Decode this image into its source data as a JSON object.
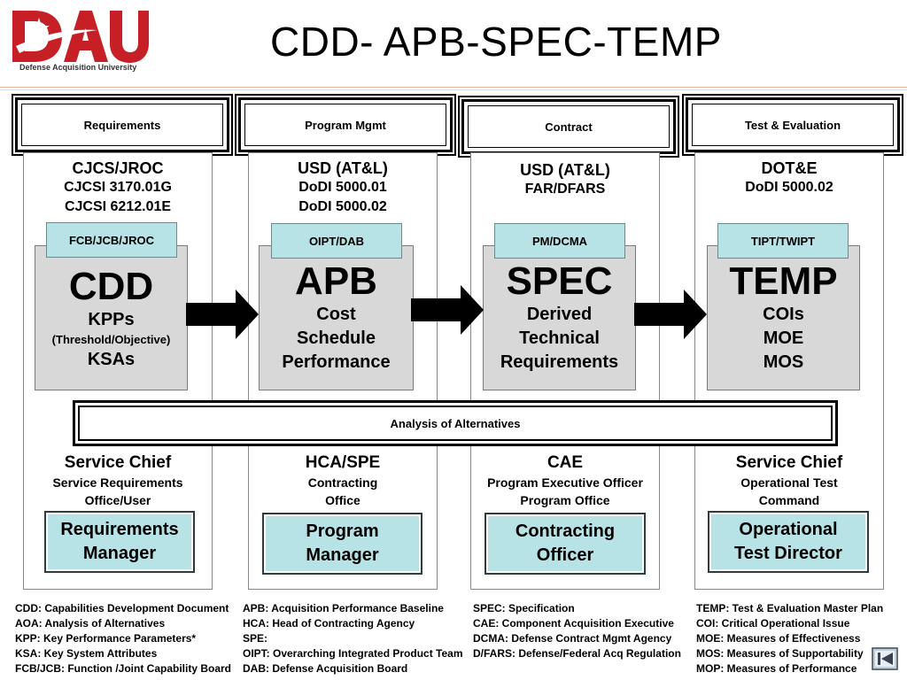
{
  "logo": {
    "text": "DAU",
    "subtitle": "Defense Acquisition University",
    "brand_color": "#c62026"
  },
  "title": "CDD- APB-SPEC-TEMP",
  "columns": [
    {
      "header": "Requirements",
      "top_line1": "CJCS/JROC",
      "top_line2": "CJCSI 3170.01G",
      "top_line3": "CJCSI 6212.01E",
      "agency": "FCB/JCB/JROC",
      "doc": "CDD",
      "doc_lines": [
        "KPPs",
        "(Threshold/Objective)",
        "KSAs"
      ],
      "bottom_title": "Service Chief",
      "bottom_line1": "Service Requirements",
      "bottom_line2": "Office/User",
      "role_line1": "Requirements",
      "role_line2": "Manager"
    },
    {
      "header": "Program Mgmt",
      "top_line1": "USD (AT&L)",
      "top_line2": "DoDI 5000.01",
      "top_line3": "DoDI 5000.02",
      "agency": "OIPT/DAB",
      "doc": "APB",
      "doc_lines": [
        "Cost",
        "Schedule",
        "Performance"
      ],
      "bottom_title": "HCA/SPE",
      "bottom_line1": "Contracting",
      "bottom_line2": "Office",
      "role_line1": "Program",
      "role_line2": "Manager"
    },
    {
      "header": "Contract",
      "top_line1": "USD (AT&L)",
      "top_line2": "FAR/DFARS",
      "top_line3": "",
      "agency": "PM/DCMA",
      "doc": "SPEC",
      "doc_lines": [
        "Derived",
        "Technical",
        "Requirements"
      ],
      "bottom_title": "CAE",
      "bottom_line1": "Program Executive Officer",
      "bottom_line2": "Program Office",
      "role_line1": "Contracting",
      "role_line2": "Officer"
    },
    {
      "header": "Test & Evaluation",
      "top_line1": "DOT&E",
      "top_line2": "DoDI 5000.02",
      "top_line3": "",
      "agency": "TIPT/TWIPT",
      "doc": "TEMP",
      "doc_lines": [
        "COIs",
        "MOE",
        "MOS"
      ],
      "bottom_title": "Service Chief",
      "bottom_line1": "Operational Test",
      "bottom_line2": "Command",
      "role_line1": "Operational",
      "role_line2": "Test Director"
    }
  ],
  "aoa_label": "Analysis of  Alternatives",
  "legend": [
    [
      "CDD: Capabilities Development Document",
      "AOA:  Analysis of Alternatives",
      "KPP:  Key Performance Parameters*",
      "KSA:  Key System Attributes",
      "FCB/JCB: Function /Joint Capability Board"
    ],
    [
      "APB:  Acquisition Performance Baseline",
      "HCA:  Head of Contracting Agency",
      "SPE:",
      "OIPT:  Overarching Integrated Product Team",
      "DAB:  Defense Acquisition Board"
    ],
    [
      "SPEC:  Specification",
      "CAE:  Component Acquisition Executive",
      "DCMA:  Defense Contract Mgmt Agency",
      "D/FARS:  Defense/Federal Acq Regulation",
      ""
    ],
    [
      "TEMP:  Test & Evaluation Master Plan",
      "COI:  Critical Operational Issue",
      "MOE:  Measures of Effectiveness",
      "MOS:  Measures of Supportability",
      "MOP:  Measures of Performance"
    ]
  ],
  "colors": {
    "accent_teal": "#b7e3e6",
    "box_gray": "#d8d8d8"
  },
  "nav_icon": "return-to-start-icon"
}
